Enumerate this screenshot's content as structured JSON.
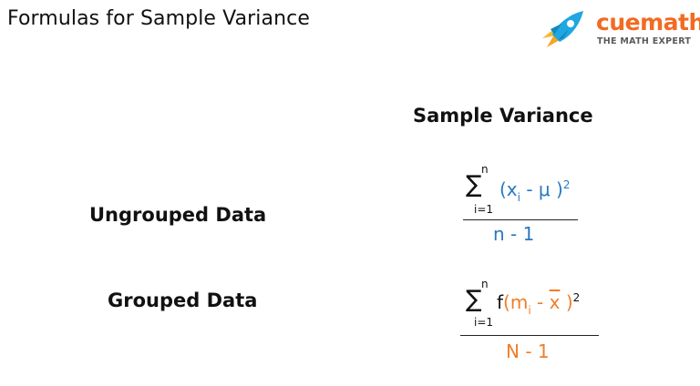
{
  "header": {
    "title": "Formulas for Sample Variance",
    "brand": "cuemath",
    "tagline": "THE MATH EXPERT"
  },
  "table": {
    "column_heading": "Sample Variance",
    "rows": [
      {
        "label": "Ungrouped Data",
        "sum_upper": "n",
        "sum_lower": "i=1",
        "numerator_open": "(x",
        "numerator_sub": "i",
        "numerator_rest": " - μ )",
        "exponent": "2",
        "denominator": "n - 1"
      },
      {
        "label": "Grouped Data",
        "sum_upper": "n",
        "sum_lower": "i=1",
        "prefix": "f",
        "numerator_open": "(m",
        "numerator_sub": "i",
        "numerator_mid": " - ",
        "numerator_bar": "x",
        "numerator_close": " )",
        "exponent": "2",
        "denominator": "N - 1"
      }
    ]
  },
  "colors": {
    "blue": "#2878c0",
    "orange": "#f07d28",
    "brand": "#f26b21",
    "rocket": "#1ea7e1"
  }
}
